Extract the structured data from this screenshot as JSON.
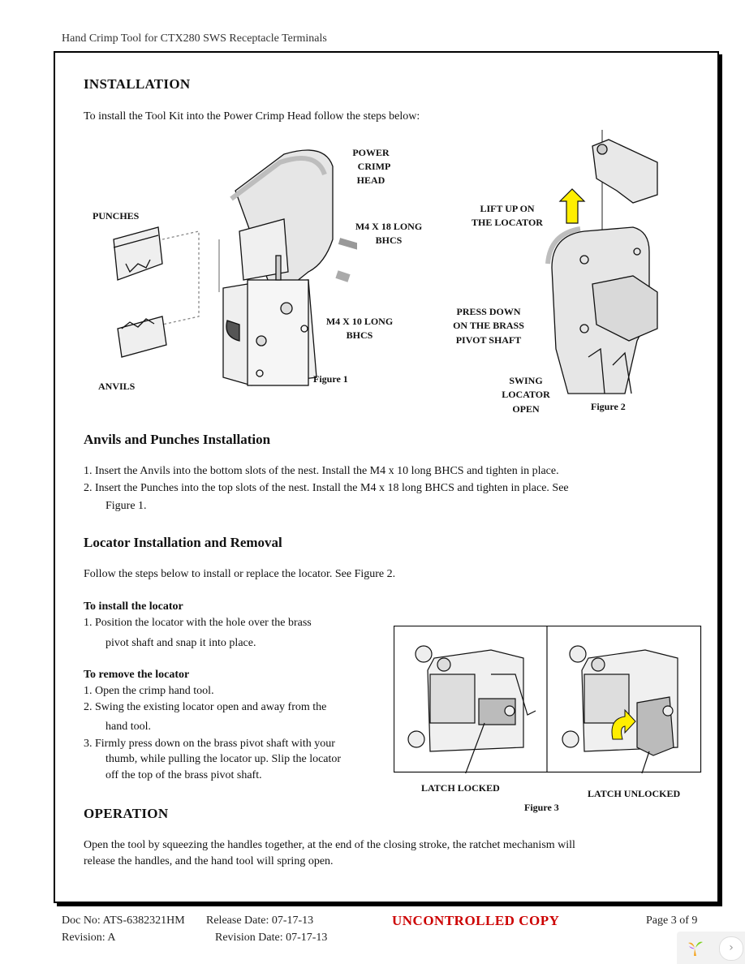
{
  "header": {
    "title": "Hand Crimp Tool for CTX280 SWS Receptacle Terminals"
  },
  "installation": {
    "heading": "INSTALLATION",
    "intro": "To install the Tool Kit into the Power Crimp Head follow the steps below:"
  },
  "figure1": {
    "caption": "Figure 1",
    "labels": {
      "punches": "PUNCHES",
      "anvils": "ANVILS",
      "power": "POWER",
      "crimp": "CRIMP",
      "head": "HEAD",
      "m4x18a": "M4 X 18 LONG",
      "m4x18b": "BHCS",
      "m4x10a": "M4 X 10 LONG",
      "m4x10b": "BHCS"
    }
  },
  "figure2": {
    "caption": "Figure 2",
    "labels": {
      "lift1": "LIFT UP ON",
      "lift2": "THE LOCATOR",
      "press1": "PRESS DOWN",
      "press2": "ON THE BRASS",
      "press3": "PIVOT SHAFT",
      "swing1": "SWING",
      "swing2": "LOCATOR",
      "swing3": "OPEN"
    }
  },
  "anvils_section": {
    "heading": "Anvils and Punches Installation",
    "step1": "1.  Insert the Anvils into the bottom slots of the nest.  Install the M4 x 10 long BHCS and tighten in place.",
    "step2a": "2.  Insert the Punches into the top slots of the nest.  Install the M4 x 18 long BHCS and tighten in place.  See",
    "step2b": "Figure 1."
  },
  "locator_section": {
    "heading": "Locator Installation and Removal",
    "intro": "Follow the steps below to install or replace the locator.  See Figure 2.",
    "install_heading": "To install the locator",
    "install_1a": "1.  Position the locator with the hole over the brass",
    "install_1b": "pivot shaft and snap it into place.",
    "remove_heading": "To remove the locator",
    "remove_1": "1.  Open the crimp hand tool.",
    "remove_2a": "2.  Swing the existing locator open and away from the",
    "remove_2b": "hand tool.",
    "remove_3a": "3.  Firmly press down on the brass pivot shaft with your",
    "remove_3b": "thumb, while pulling the locator up.  Slip the locator",
    "remove_3c": "off the top of the brass pivot shaft."
  },
  "figure3": {
    "caption": "Figure 3",
    "latch_locked": "LATCH LOCKED",
    "latch_unlocked": "LATCH UNLOCKED"
  },
  "operation": {
    "heading": "OPERATION",
    "line1": "Open the tool by squeezing the handles together, at the end of the closing stroke, the ratchet mechanism will",
    "line2": "release the handles, and the hand tool will spring open."
  },
  "footer": {
    "doc_no": "Doc No: ATS-6382321HM",
    "release": "Release Date: 07-17-13",
    "revision": "Revision: A",
    "revision_date": "Revision Date: 07-17-13",
    "uncontrolled": "UNCONTROLLED COPY",
    "page": "Page 3 of 9"
  },
  "colors": {
    "arrow_yellow": "#ffee00",
    "stamp_red": "#cc0000"
  }
}
